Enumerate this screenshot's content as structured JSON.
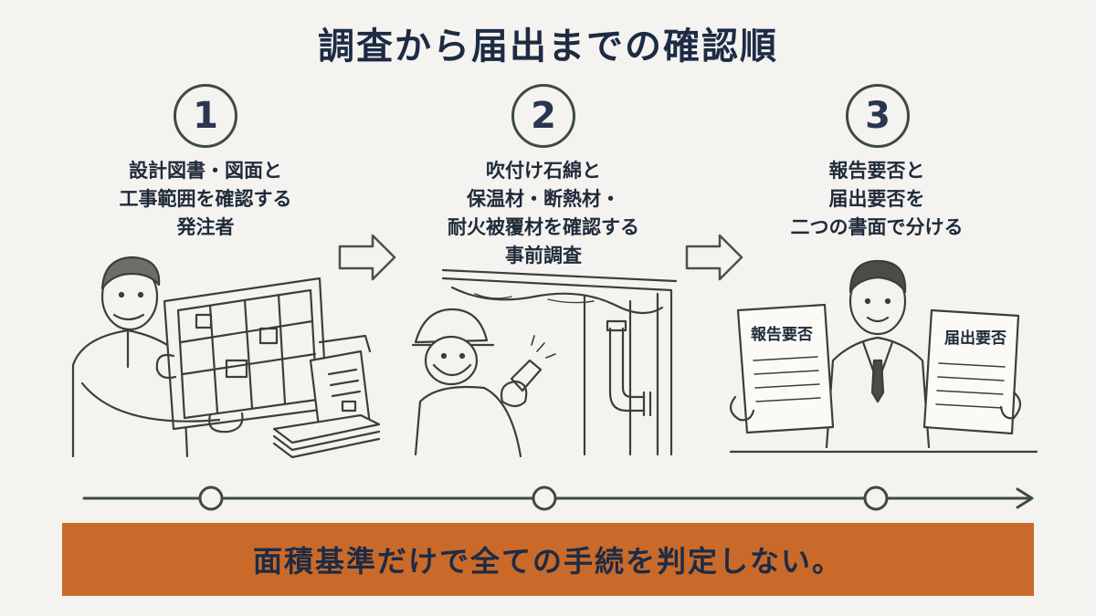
{
  "title": "調査から届出までの確認順",
  "steps": [
    {
      "number": "1",
      "lines": [
        "設計図書・図面と",
        "工事範囲を確認する",
        "発注者"
      ]
    },
    {
      "number": "2",
      "lines": [
        "吹付け石綿と",
        "保温材・断熱材・",
        "耐火被覆材を確認する",
        "事前調査"
      ]
    },
    {
      "number": "3",
      "lines": [
        "報告要否と",
        "届出要否を",
        "二つの書面で分ける"
      ]
    }
  ],
  "documents": {
    "left": "報告要否",
    "right": "届出要否"
  },
  "banner": "面積基準だけで全ての手続を判定しない。",
  "colors": {
    "banner": "#c96a2a",
    "line": "#3e4b3f",
    "title": "#1d2b45"
  }
}
